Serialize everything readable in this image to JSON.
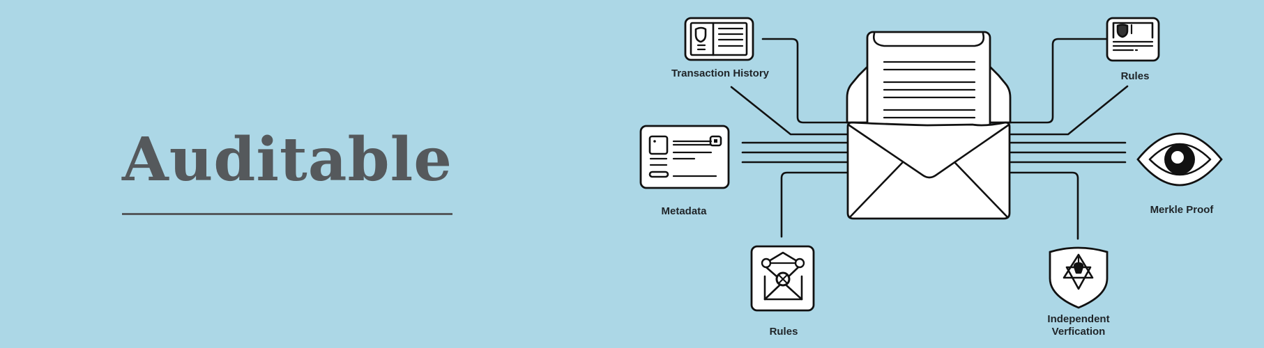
{
  "background_color": "#acd7e6",
  "title": {
    "text": "Auditable",
    "color": "#55595c"
  },
  "diagram": {
    "center": {
      "name": "open-envelope-with-document",
      "icon": "envelope-icon"
    },
    "nodes": [
      {
        "id": "transaction-history",
        "label": "Transaction History",
        "icon": "id-card-document-icon"
      },
      {
        "id": "rules-top",
        "label": "Rules",
        "icon": "certificate-document-icon"
      },
      {
        "id": "metadata",
        "label": "Metadata",
        "icon": "id-card-icon"
      },
      {
        "id": "merkle-proof",
        "label": "Merkle Proof",
        "icon": "eye-icon"
      },
      {
        "id": "rules-bottom",
        "label": "Rules",
        "icon": "network-envelope-icon"
      },
      {
        "id": "independent-verification",
        "label_line1": "Independent",
        "label_line2": "Verfication",
        "icon": "shield-triangle-icon"
      }
    ]
  }
}
